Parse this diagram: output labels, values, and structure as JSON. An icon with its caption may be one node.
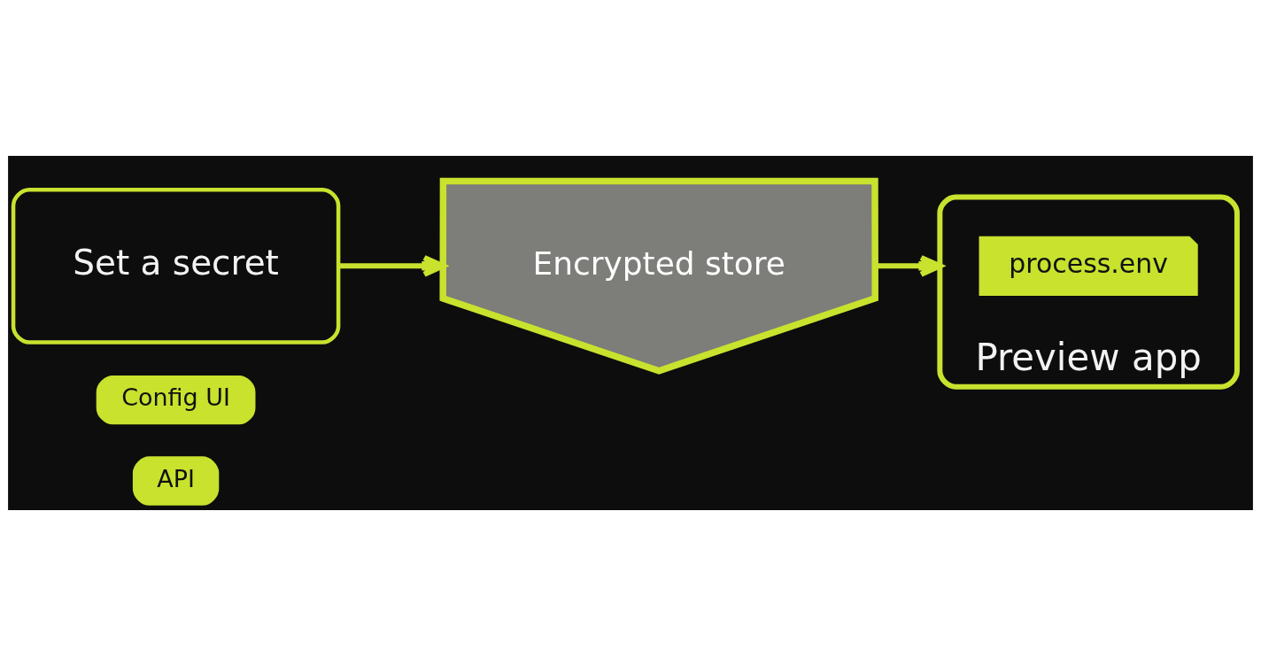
{
  "diagram": {
    "nodes": [
      {
        "text": [
          "Set a secret"
        ]
      },
      {
        "text": [
          "Config UI"
        ]
      },
      {
        "text": [
          "API"
        ]
      },
      {
        "text": [
          "Encrypted store"
        ]
      },
      {
        "text": [
          "Preview app"
        ]
      },
      {
        "text": [
          "process.env"
        ],
        "in": 4
      }
    ],
    "edges": [
      {
        "from": 0,
        "to": 3,
        "arrow": "to"
      },
      {
        "from": 3,
        "to": 4,
        "arrow": "to"
      }
    ]
  }
}
